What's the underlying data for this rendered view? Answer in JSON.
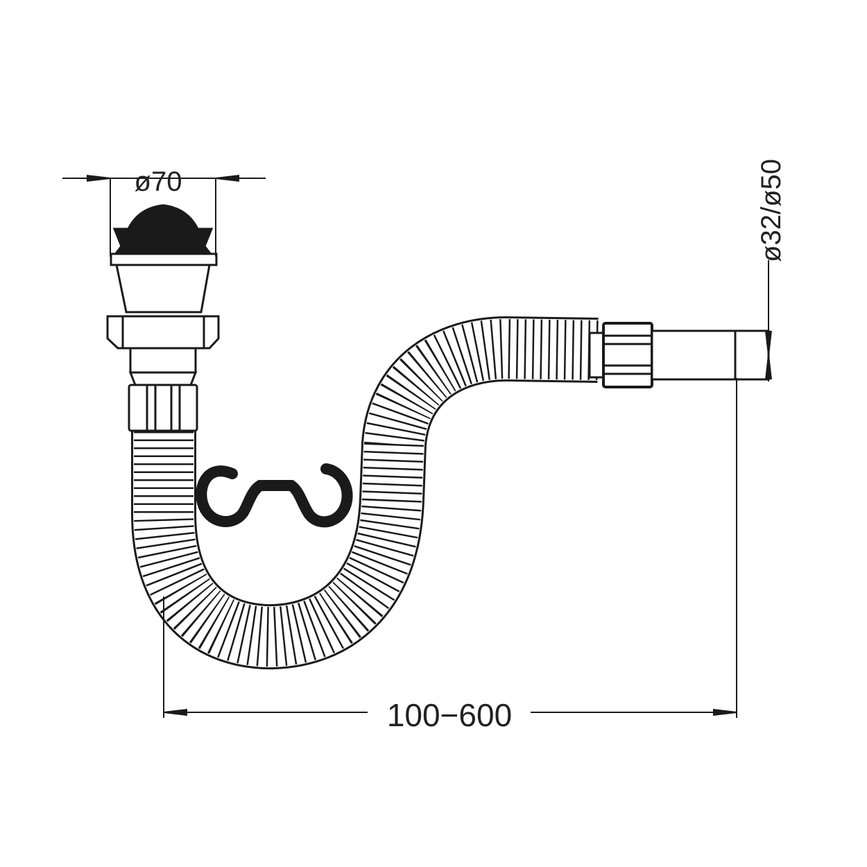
{
  "dimensions": {
    "top_diameter": "ø70",
    "outlet_diameter": "ø32/ø50",
    "length_range": "100−600"
  },
  "colors": {
    "line": "#1a1a1a",
    "background": "#ffffff"
  }
}
